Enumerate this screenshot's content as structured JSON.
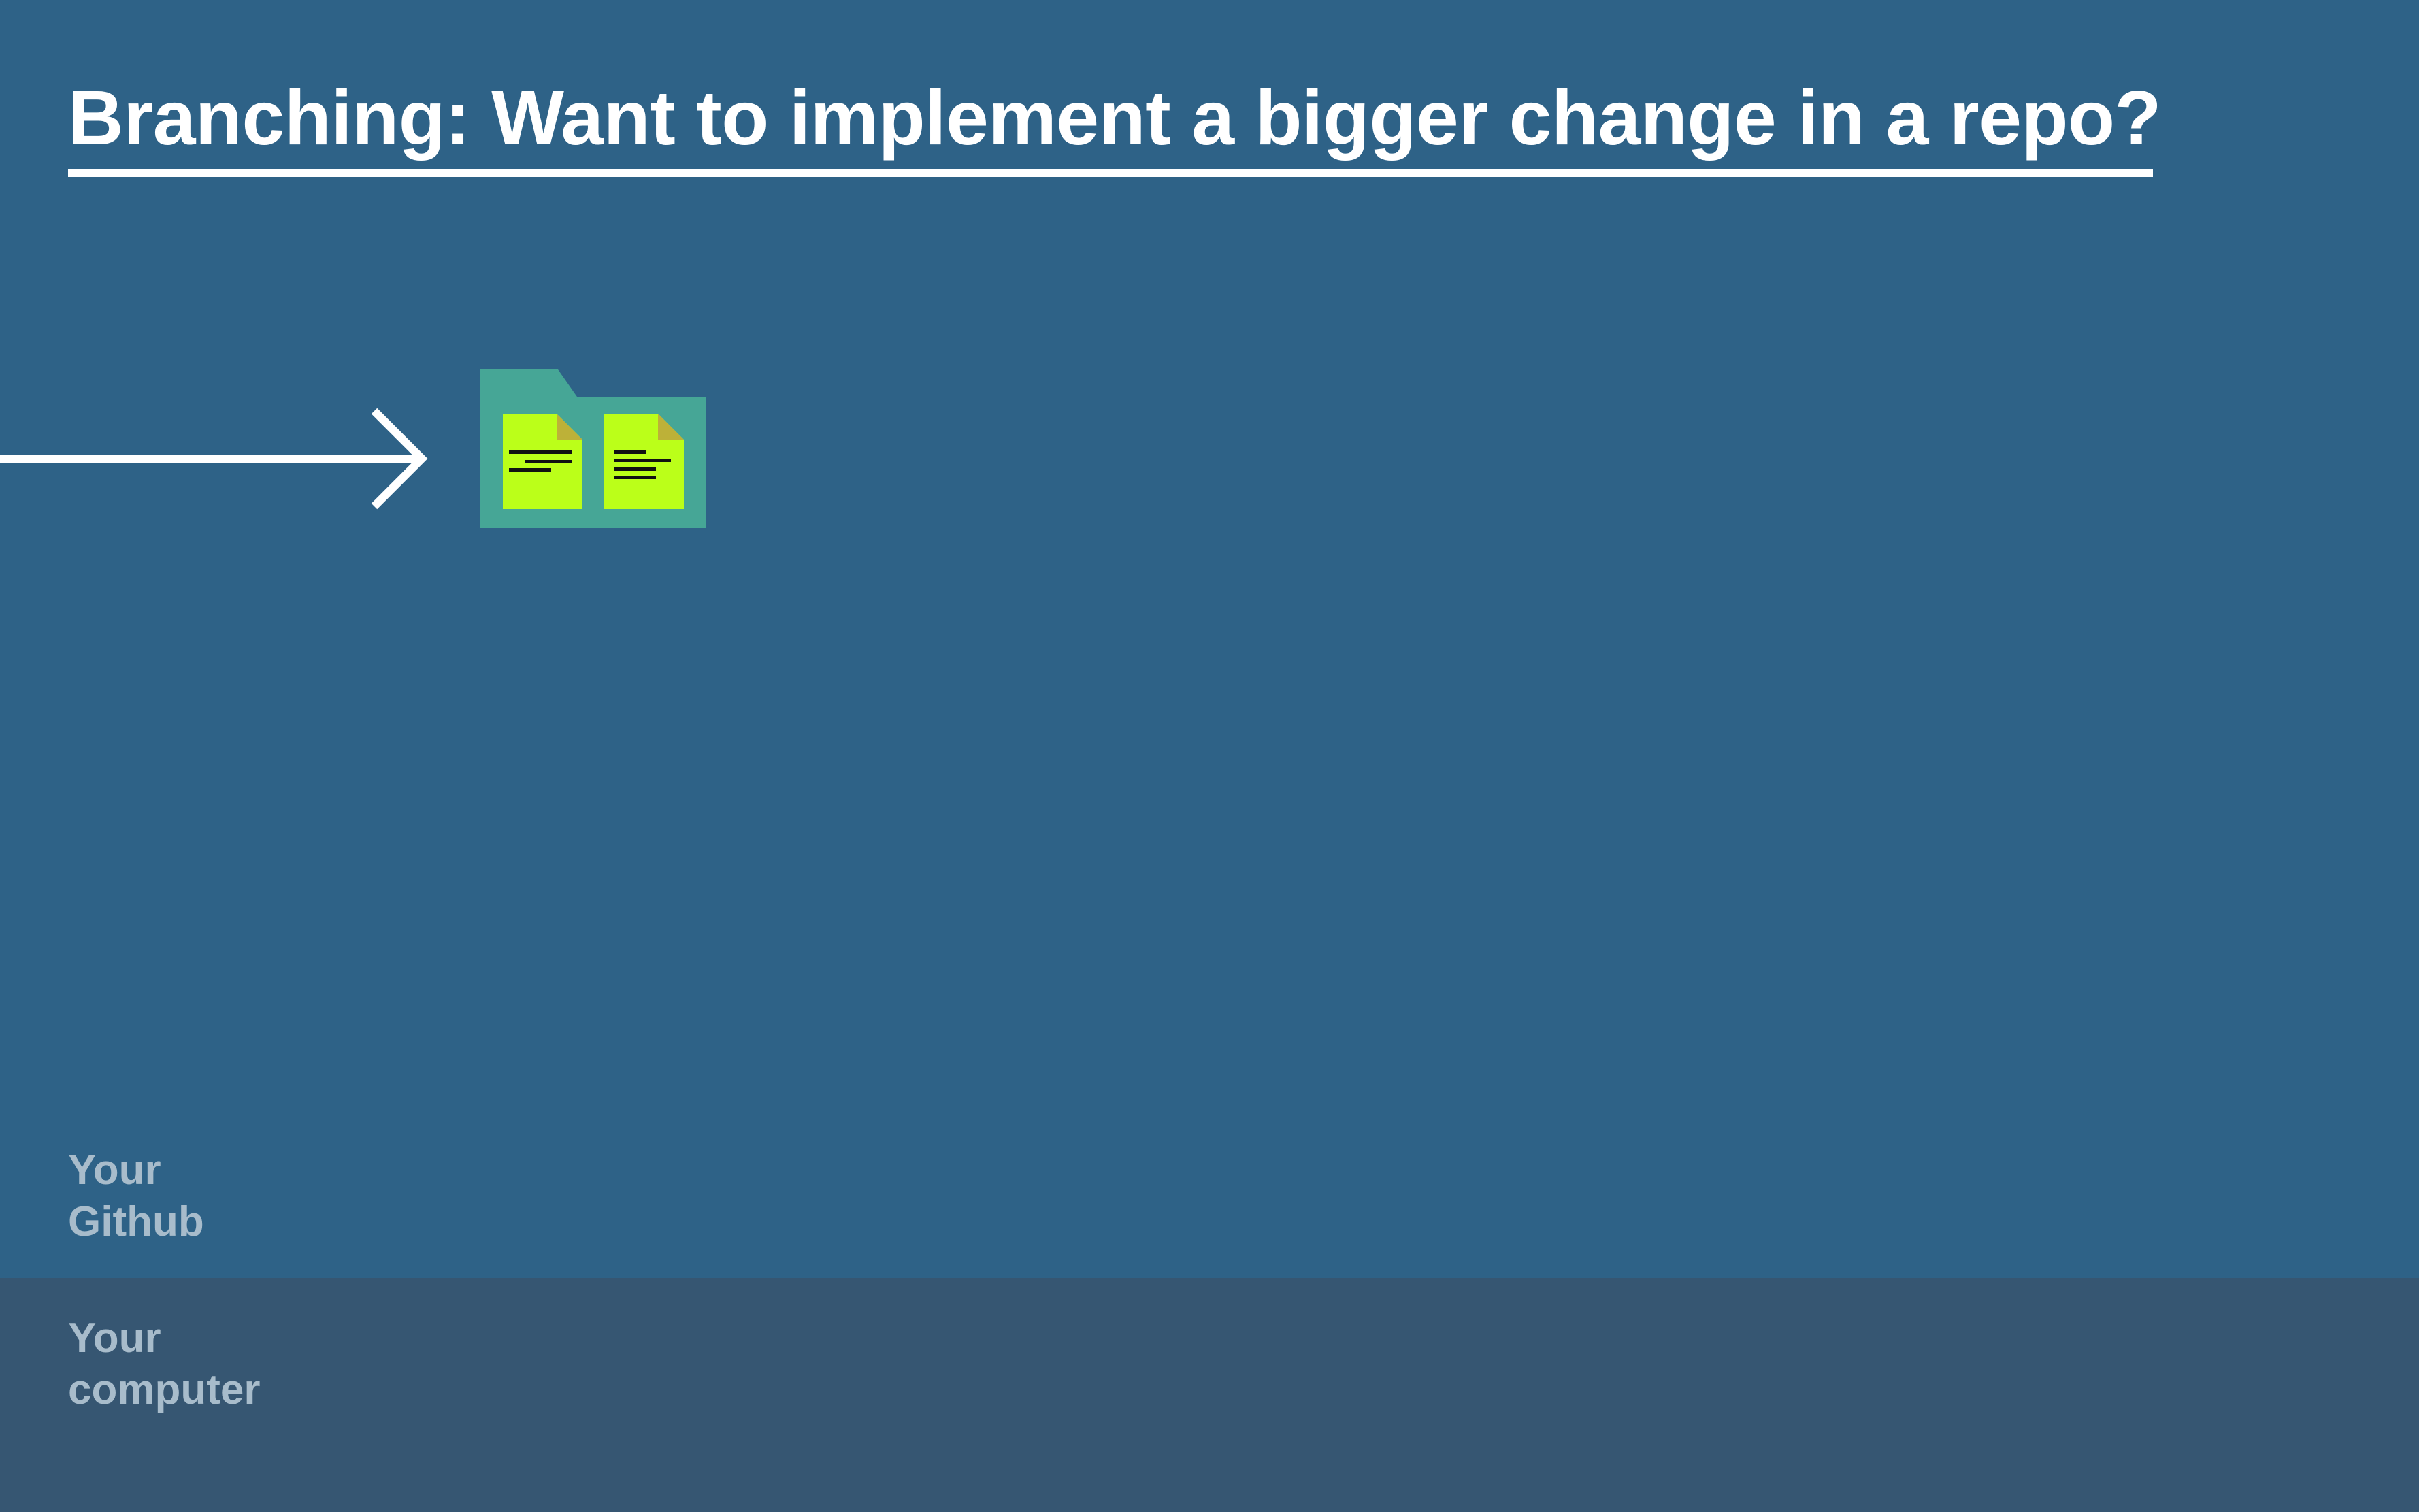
{
  "slide": {
    "title": "Branching: Want to implement a bigger change in a repo?"
  },
  "zones": {
    "github": {
      "label_line1": "Your",
      "label_line2": "Github",
      "color": "#2e6287"
    },
    "computer": {
      "label_line1": "Your",
      "label_line2": "computer",
      "color": "#365672"
    }
  },
  "diagram": {
    "arrow_icon": "right-arrow-icon",
    "repo_icon": "folder-icon",
    "file_icon": "document-icon",
    "file_count": 2,
    "folder_color": "#46a696",
    "file_color": "#bbff19",
    "file_corner_color": "#bdb138",
    "arrow_color": "#ffffff"
  }
}
